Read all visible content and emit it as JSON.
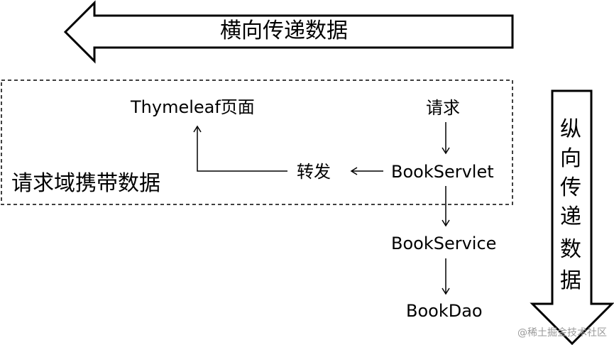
{
  "horizontal_label": "横向传递数据",
  "vertical_label": [
    "纵",
    "向",
    "传",
    "递",
    "数",
    "据"
  ],
  "request_scope_label": "请求域携带数据",
  "nodes": {
    "thymeleaf": "Thymeleaf页面",
    "request": "请求",
    "forward": "转发",
    "servlet": "BookServlet",
    "service": "BookService",
    "dao": "BookDao"
  },
  "watermark": "@稀土掘金技术社区",
  "colors": {
    "line": "#000000",
    "text": "#000000",
    "watermark": "#9a9a9a"
  }
}
